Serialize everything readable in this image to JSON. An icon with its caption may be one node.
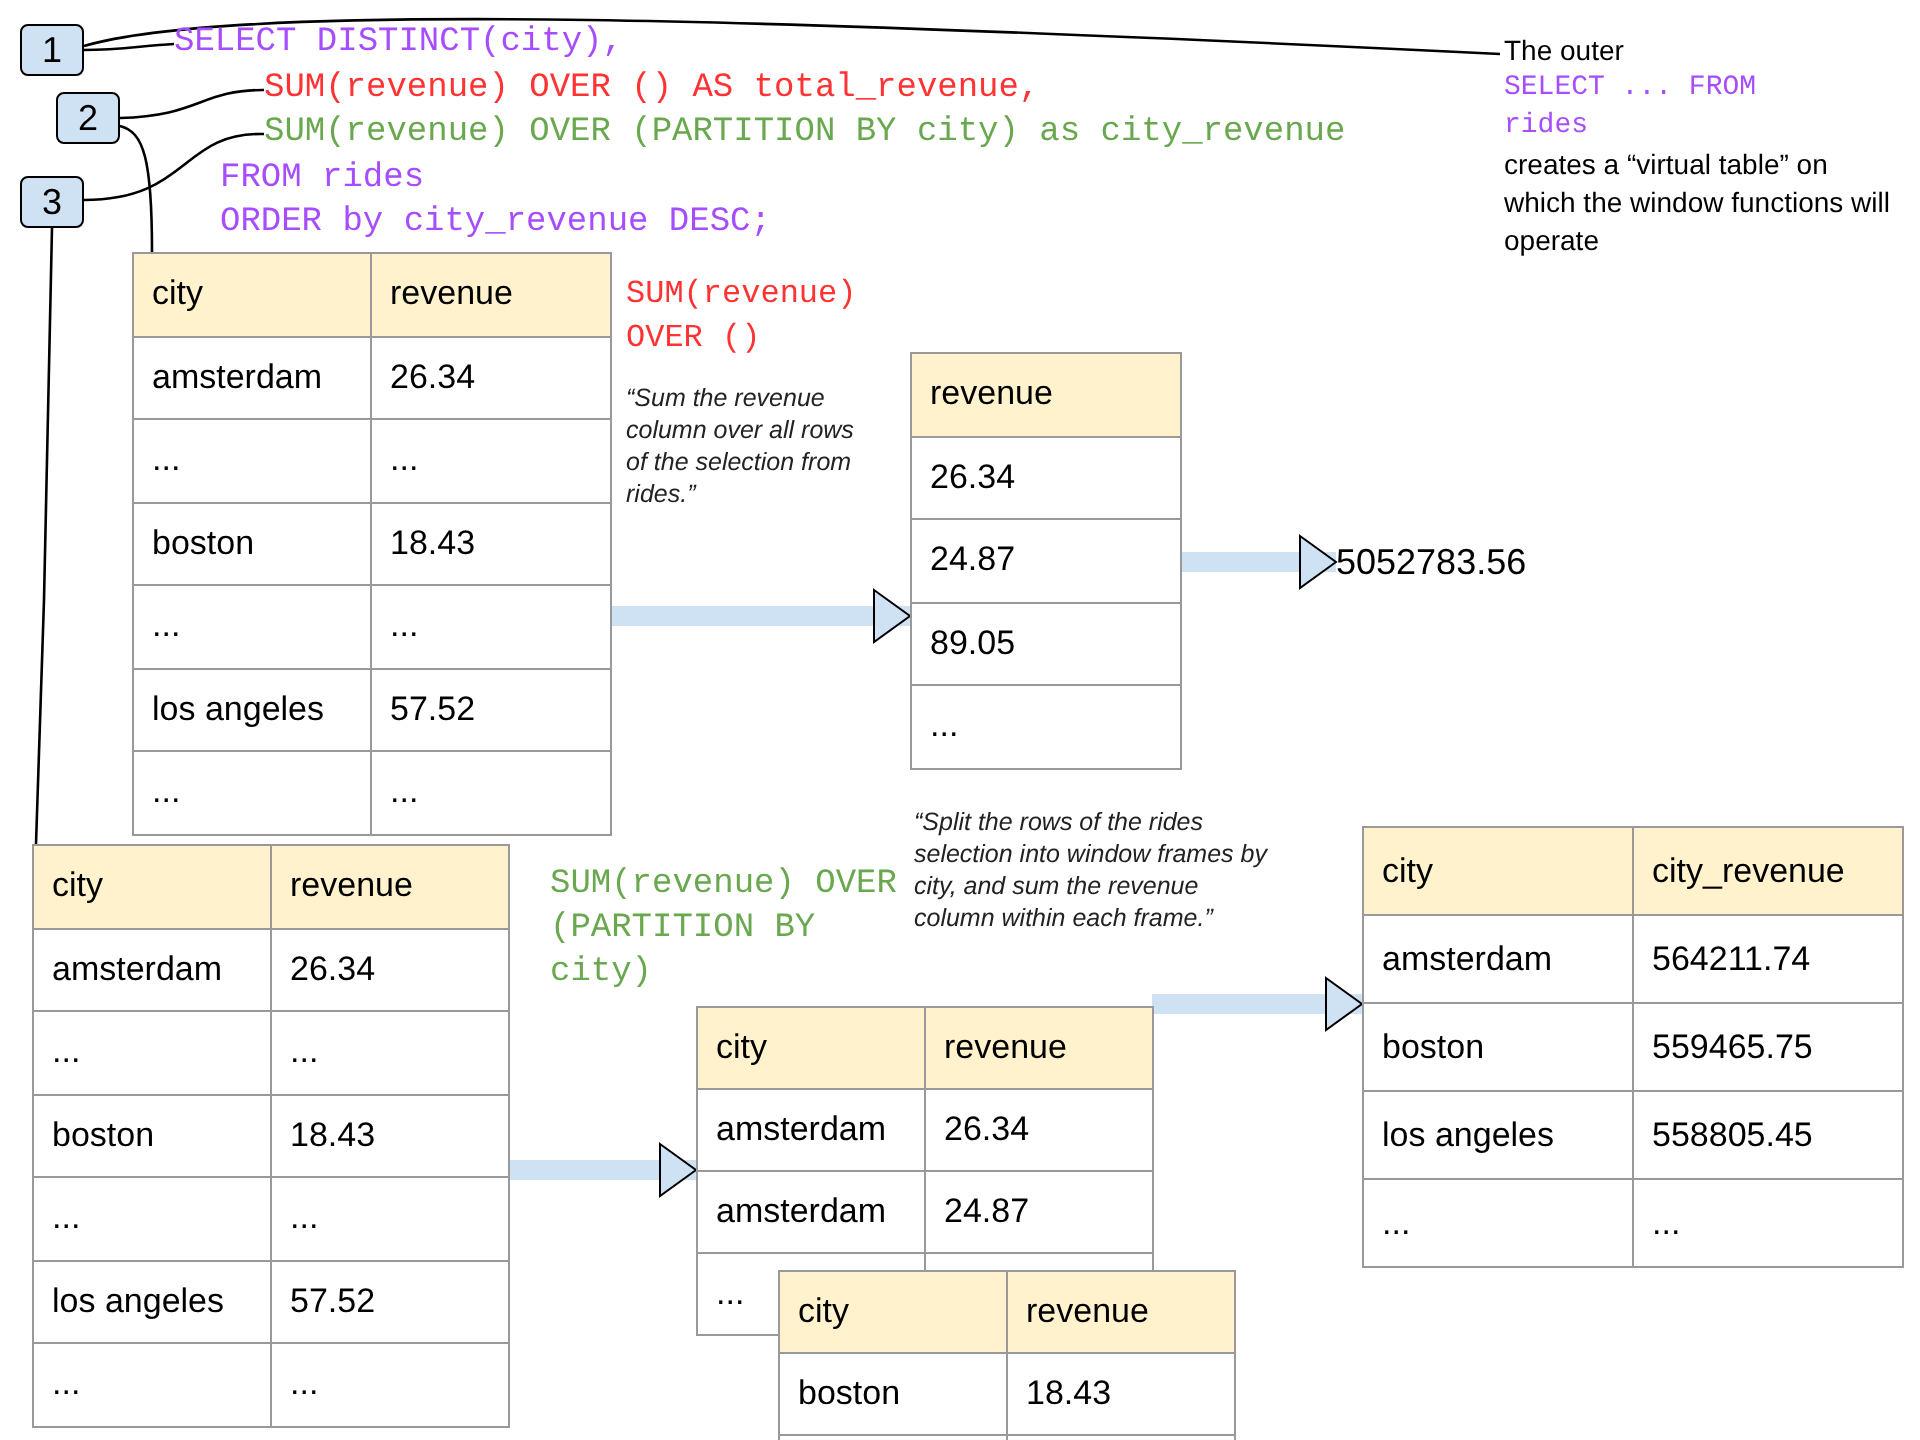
{
  "diagram": {
    "nodes": [
      {
        "text": [
          "1"
        ]
      },
      {
        "text": [
          "SELECT DISTINCT(city),"
        ]
      },
      {
        "text": [
          "The outer",
          "SELECT ... FROM rides",
          "creates a “virtual table” on which the window functions will operate"
        ]
      },
      {
        "text": [
          "2"
        ]
      },
      {
        "text": [
          "SUM(revenue) OVER () AS total_revenue,"
        ]
      },
      {
        "text": [
          "3"
        ]
      },
      {
        "text": [
          "SUM(revenue) OVER (PARTITION BY city) as city_revenue"
        ]
      },
      {
        "text": [
          "city",
          "revenue",
          "amsterdam",
          "26.34",
          "...",
          "...",
          "boston",
          "18.43",
          "...",
          "...",
          "los angeles",
          "57.52",
          "...",
          "..."
        ]
      },
      {
        "text": [
          "revenue",
          "26.34",
          "24.87",
          "89.05",
          "..."
        ]
      },
      {
        "text": [
          "5052783.56"
        ]
      },
      {
        "text": [
          "city",
          "revenue",
          "amsterdam",
          "26.34",
          "...",
          "...",
          "boston",
          "18.43",
          "...",
          "...",
          "los angeles",
          "57.52",
          "...",
          "..."
        ]
      },
      {
        "text": [
          "city",
          "revenue",
          "amsterdam",
          "26.34",
          "amsterdam",
          "24.87",
          "..."
        ]
      },
      {
        "text": [
          "city",
          "city_revenue",
          "amsterdam",
          "564211.74",
          "boston",
          "559465.75",
          "los angeles",
          "558805.45",
          "...",
          "..."
        ]
      },
      {
        "text": [
          "city",
          "revenue",
          "boston",
          "18.43"
        ]
      }
    ],
    "edges": [
      {
        "from": 0,
        "to": 1,
        "arrow": "none"
      },
      {
        "from": 0,
        "to": 2,
        "arrow": "none"
      },
      {
        "from": 3,
        "to": 4,
        "arrow": "none"
      },
      {
        "from": 3,
        "to": 7,
        "arrow": "none"
      },
      {
        "from": 5,
        "to": 6,
        "arrow": "none"
      },
      {
        "from": 5,
        "to": 10,
        "arrow": "none"
      },
      {
        "from": 7,
        "to": 8,
        "arrow": "to",
        "style": "thick",
        "color": "#cfe2f3"
      },
      {
        "from": 8,
        "to": 9,
        "arrow": "to",
        "style": "thick",
        "color": "#cfe2f3"
      },
      {
        "from": 10,
        "to": 11,
        "arrow": "to",
        "style": "thick",
        "color": "#cfe2f3"
      },
      {
        "from": 11,
        "to": 12,
        "arrow": "to",
        "style": "thick",
        "color": "#cfe2f3"
      }
    ],
    "labels": [
      "FROM rides",
      "ORDER by city_revenue DESC;",
      "SUM(revenue) OVER ()",
      "“Sum the revenue column over all rows of the selection from rides.”",
      "SUM(revenue) OVER (PARTITION BY city)",
      "“Split the rows of the rides selection into window frames by city, and sum the revenue column within each frame.”"
    ]
  }
}
